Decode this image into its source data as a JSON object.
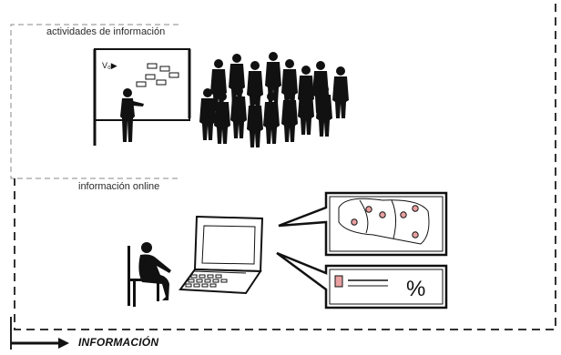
{
  "labels": {
    "activities": "actividades de información",
    "online": "información online",
    "information": "INFORMACIÓN",
    "board_text": "V₀▶",
    "percent": "%"
  },
  "colors": {
    "ink": "#1a1a1a",
    "dash": "#333333",
    "accent": "#e8a0a0"
  }
}
